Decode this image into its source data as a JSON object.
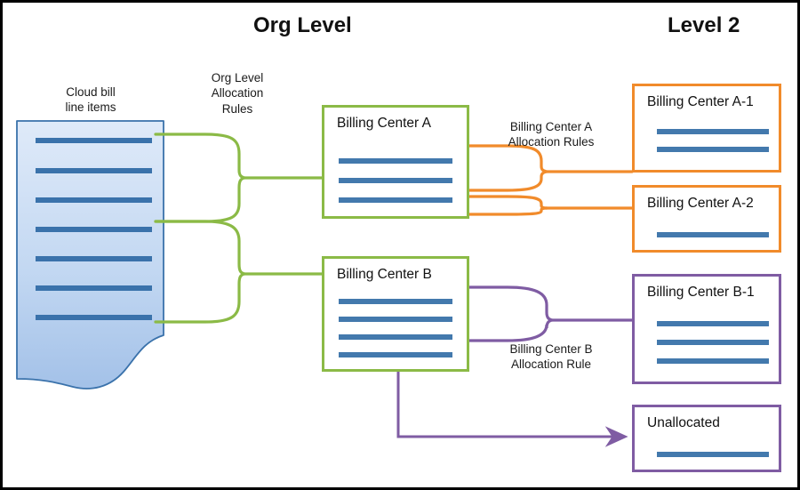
{
  "diagram": {
    "type": "flow-diagram",
    "title_bar_color": "#000000",
    "headers": [
      {
        "id": "org-level",
        "label": "Org Level"
      },
      {
        "id": "level-2",
        "label": "Level 2"
      }
    ],
    "captions": [
      {
        "id": "cloud-bill",
        "label": "Cloud bill\nline items"
      },
      {
        "id": "org-level-rules",
        "label": "Org Level\nAllocation\nRules"
      },
      {
        "id": "bc-a-rules",
        "label": "Billing Center A\nAllocation Rules"
      },
      {
        "id": "bc-b-rules",
        "label": "Billing Center B\nAllocation Rule"
      }
    ],
    "source": {
      "id": "cloud-bill-document",
      "line_count": 7,
      "fill_top": "#dbe7f8",
      "fill_bottom": "#a8c5ea",
      "border": "#3a72ab",
      "line_color": "#3a72ab"
    },
    "boxes": [
      {
        "id": "billing-center-a",
        "title": "Billing Center A",
        "color": "#8bba46",
        "color_name": "green",
        "line_count": 3,
        "column": "org-level"
      },
      {
        "id": "billing-center-b",
        "title": "Billing Center B",
        "color": "#8bba46",
        "color_name": "green",
        "line_count": 4,
        "column": "org-level"
      },
      {
        "id": "billing-center-a-1",
        "title": "Billing Center A-1",
        "color": "#f18b2b",
        "color_name": "orange",
        "line_count": 2,
        "column": "level-2"
      },
      {
        "id": "billing-center-a-2",
        "title": "Billing Center A-2",
        "color": "#f18b2b",
        "color_name": "orange",
        "line_count": 1,
        "column": "level-2"
      },
      {
        "id": "billing-center-b-1",
        "title": "Billing Center B-1",
        "color": "#7f5ca3",
        "color_name": "purple",
        "line_count": 3,
        "column": "level-2"
      },
      {
        "id": "unallocated",
        "title": "Unallocated",
        "color": "#7f5ca3",
        "color_name": "purple",
        "line_count": 1,
        "column": "level-2"
      }
    ],
    "connectors": [
      {
        "id": "org-rules-to-a",
        "color": "#8bba46",
        "from": "cloud-bill-document",
        "to": "billing-center-a"
      },
      {
        "id": "org-rules-to-b",
        "color": "#8bba46",
        "from": "cloud-bill-document",
        "to": "billing-center-b"
      },
      {
        "id": "a-rules-to-a1",
        "color": "#f18b2b",
        "from": "billing-center-a",
        "to": "billing-center-a-1"
      },
      {
        "id": "a-rules-to-a2",
        "color": "#f18b2b",
        "from": "billing-center-a",
        "to": "billing-center-a-2"
      },
      {
        "id": "b-rules-to-b1",
        "color": "#7f5ca3",
        "from": "billing-center-b",
        "to": "billing-center-b-1"
      },
      {
        "id": "b-to-unallocated",
        "color": "#7f5ca3",
        "from": "billing-center-b",
        "to": "unallocated",
        "arrow": true
      }
    ]
  }
}
